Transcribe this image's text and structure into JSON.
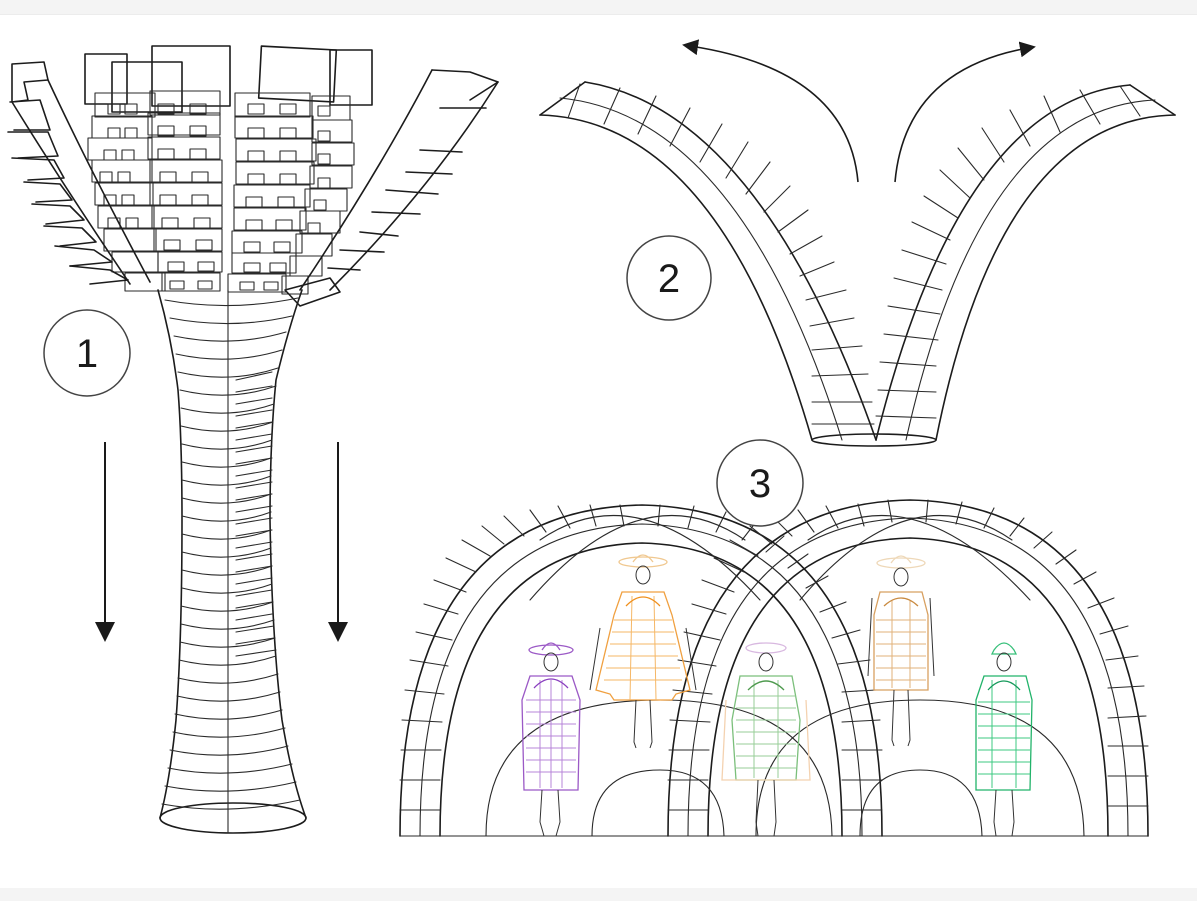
{
  "diagram": {
    "background": "#ffffff",
    "frame_band_color": "#f4f4f4",
    "line_color": "#1c1c1c",
    "steps": [
      {
        "label": "1",
        "description": "tower-with-cantilevered-modules"
      },
      {
        "label": "2",
        "description": "two-curved-gridshell-arms-opening-outward"
      },
      {
        "label": "3",
        "description": "intersecting-arches-with-garment-figures"
      }
    ],
    "arrows": [
      {
        "id": "down-left",
        "direction": "down"
      },
      {
        "id": "down-right",
        "direction": "down"
      },
      {
        "id": "curve-left",
        "direction": "up-left"
      },
      {
        "id": "curve-right",
        "direction": "up-right"
      }
    ],
    "figures": [
      {
        "name": "purple-dress",
        "color": "#9b59c6"
      },
      {
        "name": "orange-dress",
        "color": "#f0a040"
      },
      {
        "name": "green-translucent-dress",
        "color": "#6aaa6a"
      },
      {
        "name": "tan-dress",
        "color": "#d8a060"
      },
      {
        "name": "emerald-dress",
        "color": "#22b36a"
      }
    ]
  }
}
